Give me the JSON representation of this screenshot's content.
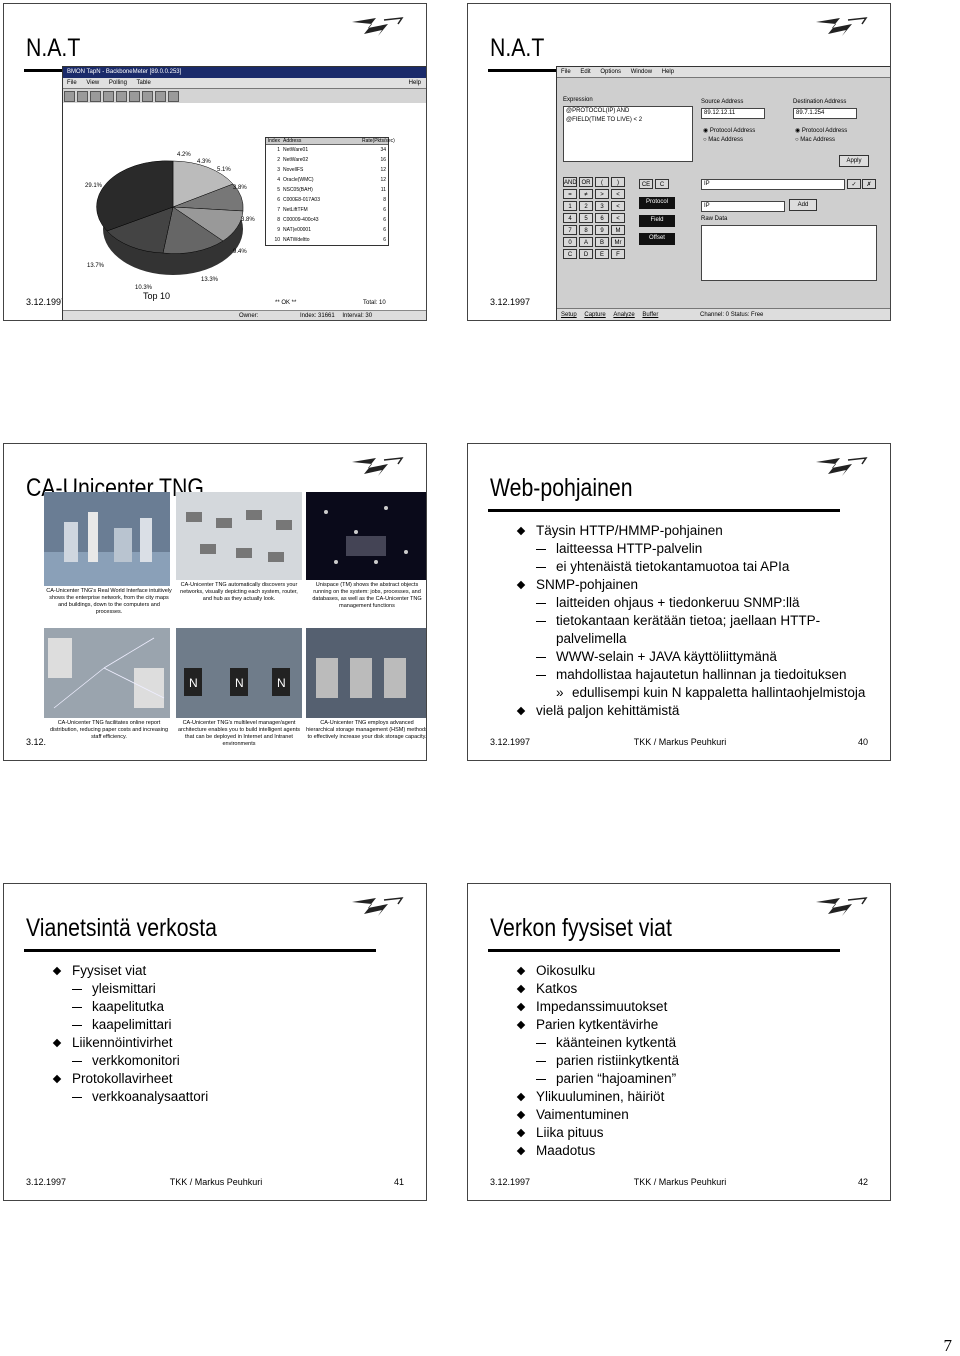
{
  "slides": {
    "s1": {
      "title": "N.A.T",
      "date": "3.12.1997",
      "shot": {
        "window_title": "BMON TapN - BackboneMeter [89.0.0.253]",
        "menu": [
          "File",
          "View",
          "Polling",
          "Table",
          "Help"
        ],
        "pie_labels": [
          "4.2%",
          "4.3%",
          "5.1%",
          "3.8%",
          "3.8%",
          "9.4%",
          "13.3%",
          "10.3%",
          "13.7%",
          "29.1%"
        ],
        "table_headers": [
          "Index",
          "Address",
          "Rate(Pkts/sec)"
        ],
        "table_rows": [
          [
            "1",
            "NetWare01",
            "34"
          ],
          [
            "2",
            "NetWare02",
            "16"
          ],
          [
            "3",
            "NovellFS",
            "12"
          ],
          [
            "4",
            "Oracle(WMC)",
            "12"
          ],
          [
            "5",
            "NSC05(BAH)",
            "11"
          ],
          [
            "6",
            "C000E8-017A03",
            "8"
          ],
          [
            "7",
            "NetLiftTFM",
            "6"
          ],
          [
            "8",
            "C00009-400c43",
            "6"
          ],
          [
            "9",
            "NAT(e00001",
            "6"
          ],
          [
            "10",
            "NATWdeltto",
            "6"
          ]
        ],
        "chart_title": "Top 10",
        "footer_left": "** OK **",
        "footer_total": "Total: 10",
        "status": [
          "Owner:",
          "Index: 31661",
          "Interval: 30"
        ]
      }
    },
    "s2": {
      "title": "N.A.T",
      "date": "3.12.1997",
      "shot": {
        "menu": [
          "File",
          "Edit",
          "Options",
          "Window",
          "Help"
        ],
        "expression_label": "Expression",
        "expression_lines": [
          "@PROTOCOL(IP) AND",
          "@FIELD(TIME TO LIVE) < 2"
        ],
        "source_label": "Source Address",
        "source_value": "89.12.12.11",
        "dest_label": "Destination Address",
        "dest_value": "89.7.1.254",
        "radio_protocol": "Protocol Address",
        "radio_mac": "Mac Address",
        "apply_label": "Apply",
        "keypad": [
          "AND",
          "OR",
          "(",
          ")",
          "=",
          "≠",
          ">",
          "<",
          "1",
          "2",
          "3",
          "<",
          "4",
          "5",
          "6",
          "<",
          "7",
          "8",
          "9",
          "M",
          "0",
          "A",
          "B",
          "Mr",
          "C",
          "D",
          "E",
          "F"
        ],
        "clear_keys": [
          "CE",
          "C"
        ],
        "side_buttons": [
          "Protocol",
          "Field",
          "Offset"
        ],
        "ip_value": "IP",
        "ip_value2": "IP",
        "add_label": "Add",
        "raw_label": "Raw Data",
        "tabs": [
          "Setup",
          "Capture",
          "Analyze",
          "Buffer"
        ],
        "status": "Channel: 0   Status: Free"
      }
    },
    "s3": {
      "title": "CA-Unicenter TNG",
      "date": "3.12.",
      "captions": [
        "CA-Unicenter TNG's Real World Interface intuitively shows the enterprise network, from the city maps and buildings, down to the computers and processes.",
        "CA-Unicenter TNG automatically discovers your networks, visually depicting each system, router, and hub as they actually look.",
        "Unispace (TM) shows the abstract objects running on the system: jobs, processes, and databases, as well as the CA-Unicenter TNG management functions",
        "CA-Unicenter TNG facilitates online report distribution, reducing paper costs and increasing staff efficiency.",
        "CA-Unicenter TNG's multilevel manager/agent architecture enables you to build intelligent agents that can be deployed in Internet and Intranet environments",
        "CA-Unicenter TNG employs advanced hierarchical storage management (HSM) methods to effectively increase your disk storage capacity."
      ]
    },
    "s4": {
      "title": "Web-pohjainen",
      "date": "3.12.1997",
      "author": "TKK / Markus Peuhkuri",
      "page": "40",
      "bullets": [
        {
          "level": 1,
          "text": "Täysin HTTP/HMMP-pohjainen"
        },
        {
          "level": 2,
          "text": "laitteessa HTTP-palvelin"
        },
        {
          "level": 2,
          "text": "ei yhtenäistä tietokantamuotoa tai APIa"
        },
        {
          "level": 1,
          "text": "SNMP-pohjainen"
        },
        {
          "level": 2,
          "text": "laitteiden ohjaus + tiedonkeruu SNMP:llä"
        },
        {
          "level": 2,
          "text": "tietokantaan kerätään tietoa; jaellaan HTTP-"
        },
        {
          "level": 2,
          "text": "palvelimella",
          "cont": true
        },
        {
          "level": 2,
          "text": "WWW-selain + JAVA käyttöliittymänä"
        },
        {
          "level": 2,
          "text": "mahdollistaa hajautetun hallinnan ja tiedoituksen"
        },
        {
          "level": 3,
          "text": "edullisempi kuin N kappaletta hallintaohjelmistoja"
        },
        {
          "level": 1,
          "text": "vielä paljon kehittämistä"
        }
      ]
    },
    "s5": {
      "title": "Vianetsintä verkosta",
      "date": "3.12.1997",
      "author": "TKK / Markus Peuhkuri",
      "page": "41",
      "bullets": [
        {
          "level": 1,
          "text": "Fyysiset viat"
        },
        {
          "level": 2,
          "text": "yleismittari"
        },
        {
          "level": 2,
          "text": "kaapelitutka"
        },
        {
          "level": 2,
          "text": "kaapelimittari"
        },
        {
          "level": 1,
          "text": "Liikennöintivirhet"
        },
        {
          "level": 2,
          "text": "verkkomonitori"
        },
        {
          "level": 1,
          "text": "Protokollavirheet"
        },
        {
          "level": 2,
          "text": "verkkoanalysaattori"
        }
      ]
    },
    "s6": {
      "title": "Verkon fyysiset viat",
      "date": "3.12.1997",
      "author": "TKK / Markus Peuhkuri",
      "page": "42",
      "bullets": [
        {
          "level": 1,
          "text": "Oikosulku"
        },
        {
          "level": 1,
          "text": "Katkos"
        },
        {
          "level": 1,
          "text": "Impedanssimuutokset"
        },
        {
          "level": 1,
          "text": "Parien kytkentävirhe"
        },
        {
          "level": 2,
          "text": "käänteinen kytkentä"
        },
        {
          "level": 2,
          "text": "parien ristiinkytkentä"
        },
        {
          "level": 2,
          "text": "parien “hajoaminen”"
        },
        {
          "level": 1,
          "text": "Ylikuuluminen, häiriöt"
        },
        {
          "level": 1,
          "text": "Vaimentuminen"
        },
        {
          "level": 1,
          "text": "Liika pituus"
        },
        {
          "level": 1,
          "text": "Maadotus"
        }
      ]
    }
  },
  "page_number": "7"
}
